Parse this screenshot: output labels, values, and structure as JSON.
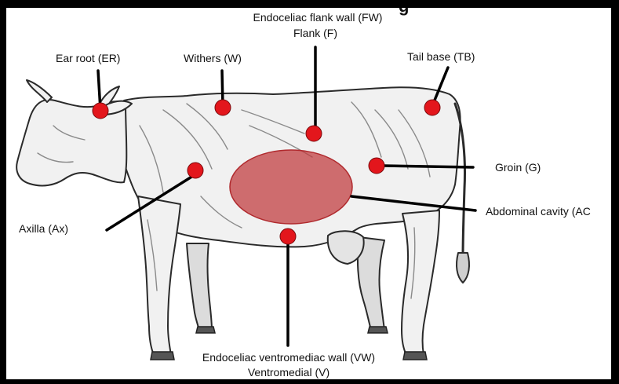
{
  "figure": {
    "top_partial_text": "g",
    "labels": {
      "ear_root": "Ear root (ER)",
      "withers": "Withers (W)",
      "flank_wall": "Endoceliac flank wall (FW)",
      "flank": "Flank (F)",
      "tail_base": "Tail base (TB)",
      "groin": "Groin (G)",
      "abdominal_cavity": "Abdominal cavity (AC",
      "axilla": "Axilla (Ax)",
      "ventromediac_wall": "Endoceliac ventromediac wall (VW)",
      "ventromedial": "Ventromedial (V)"
    },
    "colors": {
      "marker": "#e3161c",
      "cavity_fill": "#c0393c",
      "leader_line": "#000000",
      "frame": "#000000"
    },
    "icons": [
      "cow-illustration",
      "location-marker"
    ]
  }
}
